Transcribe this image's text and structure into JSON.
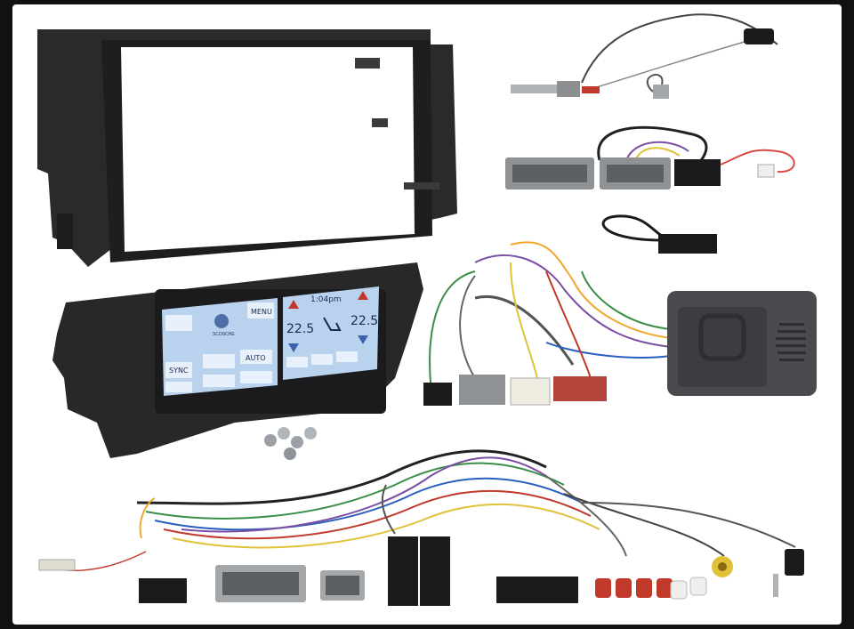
{
  "image": {
    "kind": "product-photo",
    "background": "#ffffff",
    "frame": "#111111"
  },
  "climate_panel": {
    "left_temp": "22.5",
    "right_temp": "22.5",
    "clock": "1:04pm",
    "menu_label": "MENU",
    "sync_label": "SYNC",
    "auto_label": "AUTO",
    "brand_text": "SCOSCHE"
  },
  "colors": {
    "fascia": "#2a2a2d",
    "lcd_bg": "#b9d3ee",
    "lcd_button": "#e8f1fb",
    "module": "#4a4b4f",
    "connector_grey": "#8f9295",
    "connector_black": "#1b1b1d",
    "connector_red": "#b3453c",
    "rca_red": "#c0392b",
    "rca_yellow": "#e0c23a"
  },
  "icons": [
    "up-arrow-icon",
    "down-arrow-icon",
    "seat-icon",
    "fan-icon",
    "brand-logo-icon"
  ]
}
